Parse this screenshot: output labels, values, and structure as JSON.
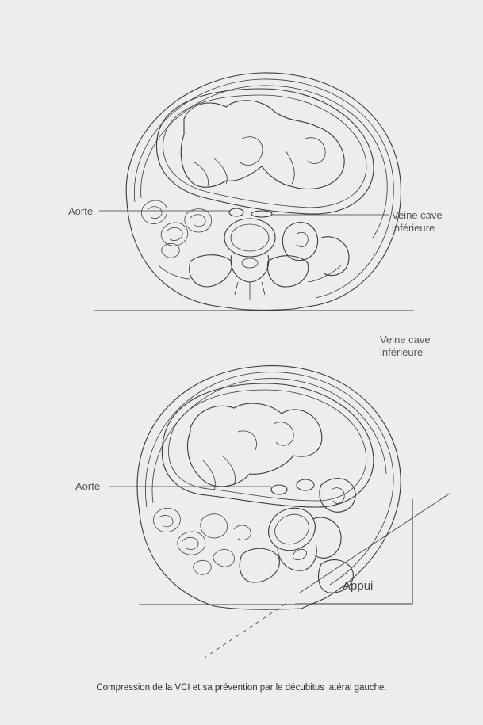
{
  "figure": {
    "top_labels": {
      "aorte": "Aorte",
      "veine_line1": "Veine cave",
      "veine_line2": "inférieure"
    },
    "bottom_labels": {
      "veine_line1": "Veine cave",
      "veine_line2": "inférieure",
      "aorte": "Aorte",
      "appui": "Appui"
    },
    "caption": "Compression de la VCI et sa prévention par le décubitus latéral gauche."
  }
}
